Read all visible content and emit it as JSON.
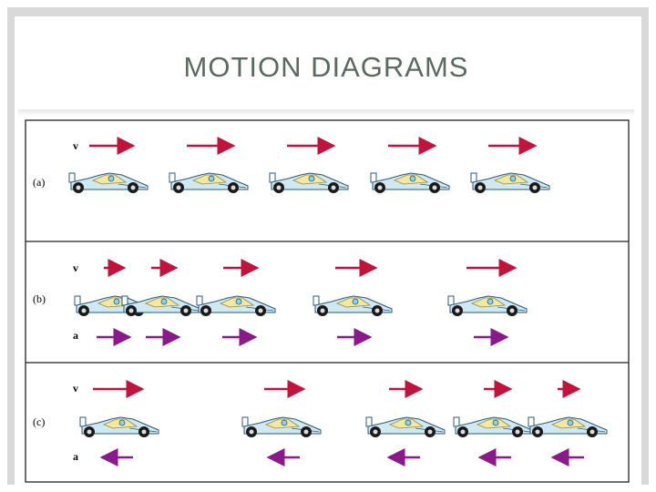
{
  "slide_title": "MOTION DIAGRAMS",
  "colors": {
    "velocity": "#c0143c",
    "acceleration": "#8a1a8a",
    "car_body": "#cfe8f2",
    "car_accent": "#f3e7a1"
  },
  "panels": [
    {
      "label": "(a)",
      "vector_labels": [
        "v"
      ],
      "cars": 5
    },
    {
      "label": "(b)",
      "vector_labels": [
        "v",
        "a"
      ],
      "cars": 5
    },
    {
      "label": "(c)",
      "vector_labels": [
        "v",
        "a"
      ],
      "cars": 5
    }
  ]
}
